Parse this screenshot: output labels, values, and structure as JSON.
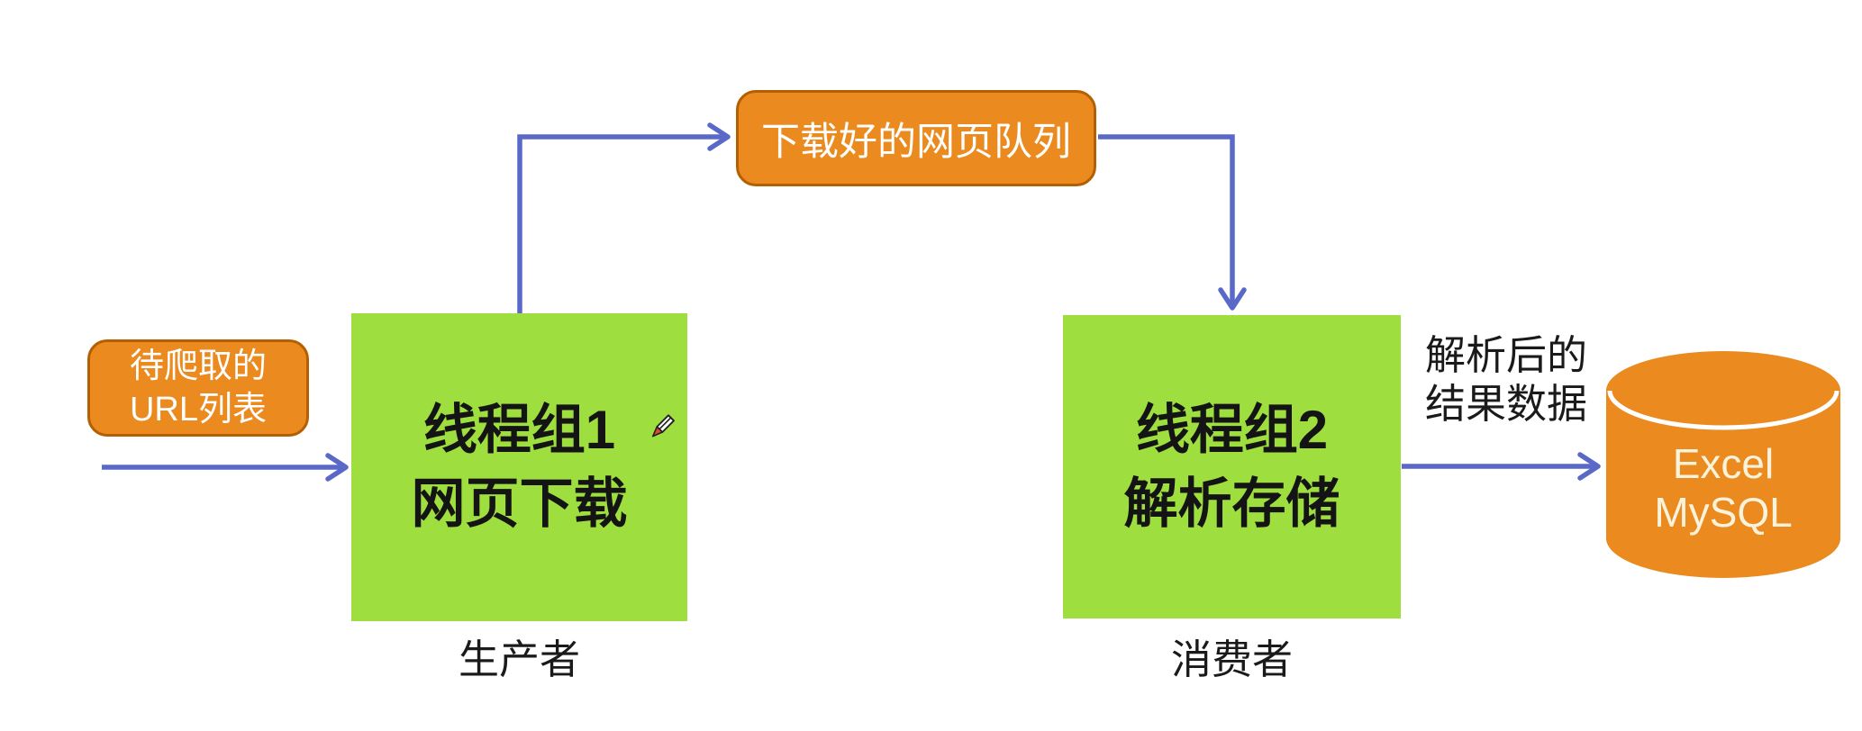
{
  "nodes": {
    "url_list": {
      "line1": "待爬取的",
      "line2": "URL列表"
    },
    "queue": {
      "label": "下载好的网页队列"
    },
    "thread_group_1": {
      "line1": "线程组1",
      "line2": "网页下载",
      "caption": "生产者"
    },
    "thread_group_2": {
      "line1": "线程组2",
      "line2": "解析存储",
      "caption": "消费者"
    },
    "result_data": {
      "line1": "解析后的",
      "line2": "结果数据"
    },
    "database": {
      "line1": "Excel",
      "line2": "MySQL"
    }
  },
  "colors": {
    "orange_fill": "#EB8A1E",
    "orange_border": "#B35F02",
    "green_fill": "#9EDE3E",
    "arrow": "#5A68C8",
    "text_dark": "#1A1A1A",
    "text_on_orange": "#FFFFFF",
    "database_text": "#FAF3DC",
    "background": "#FFFFFF"
  }
}
